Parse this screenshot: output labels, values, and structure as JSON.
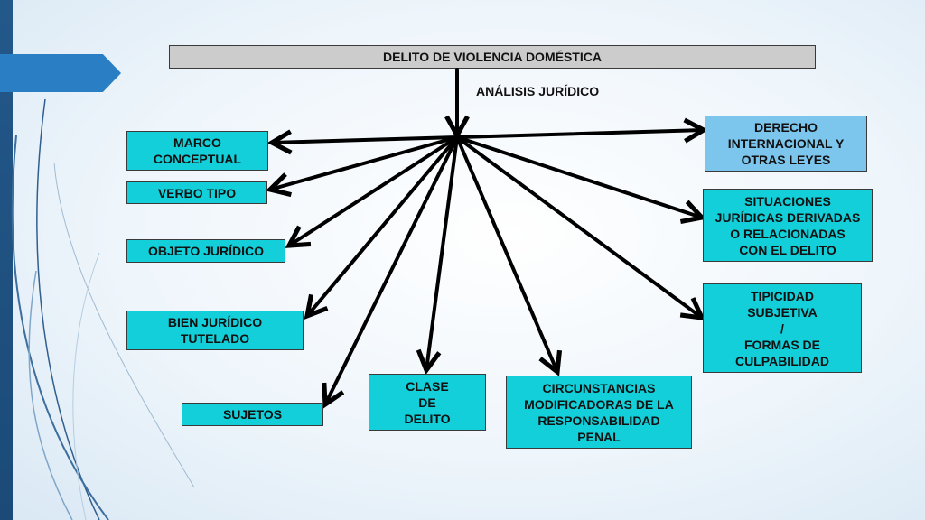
{
  "title": "DELITO DE VIOLENCIA DOMÉSTICA",
  "subtitle": "ANÁLISIS JURÍDICO",
  "nodes": {
    "marco_conceptual": "MARCO\nCONCEPTUAL",
    "verbo_tipo": "VERBO TIPO",
    "objeto_juridico": "OBJETO JURÍDICO",
    "bien_juridico": "BIEN JURÍDICO\nTUTELADO",
    "sujetos": "SUJETOS",
    "clase_delito": "CLASE\nDE\nDELITO",
    "circunstancias": "CIRCUNSTANCIAS\nMODIFICADORAS DE LA\nRESPONSABILIDAD\nPENAL",
    "tipicidad": "TIPICIDAD\nSUBJETIVA\n/\nFORMAS DE\nCULPABILIDAD",
    "situaciones": "SITUACIONES\nJURÍDICAS DERIVADAS\nO RELACIONADAS\nCON EL DELITO",
    "derecho_internacional": "DERECHO\nINTERNACIONAL Y\nOTRAS LEYES"
  },
  "colors": {
    "cyan_box": "#13cfd9",
    "light_blue_box": "#7cc5ec",
    "title_box": "#cccccc",
    "arrow": "#000000",
    "accent": "#2a7fc4"
  }
}
